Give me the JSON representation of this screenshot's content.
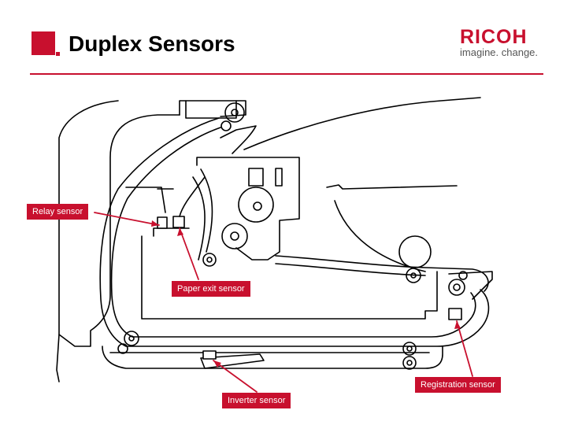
{
  "title": "Duplex Sensors",
  "logo": {
    "word": "RICOH",
    "tagline": "imagine. change."
  },
  "labels": {
    "relay": "Relay sensor",
    "paper_exit": "Paper exit sensor",
    "inverter": "Inverter sensor",
    "registration": "Registration sensor"
  },
  "colors": {
    "accent": "#c8102e",
    "line": "#000000"
  }
}
